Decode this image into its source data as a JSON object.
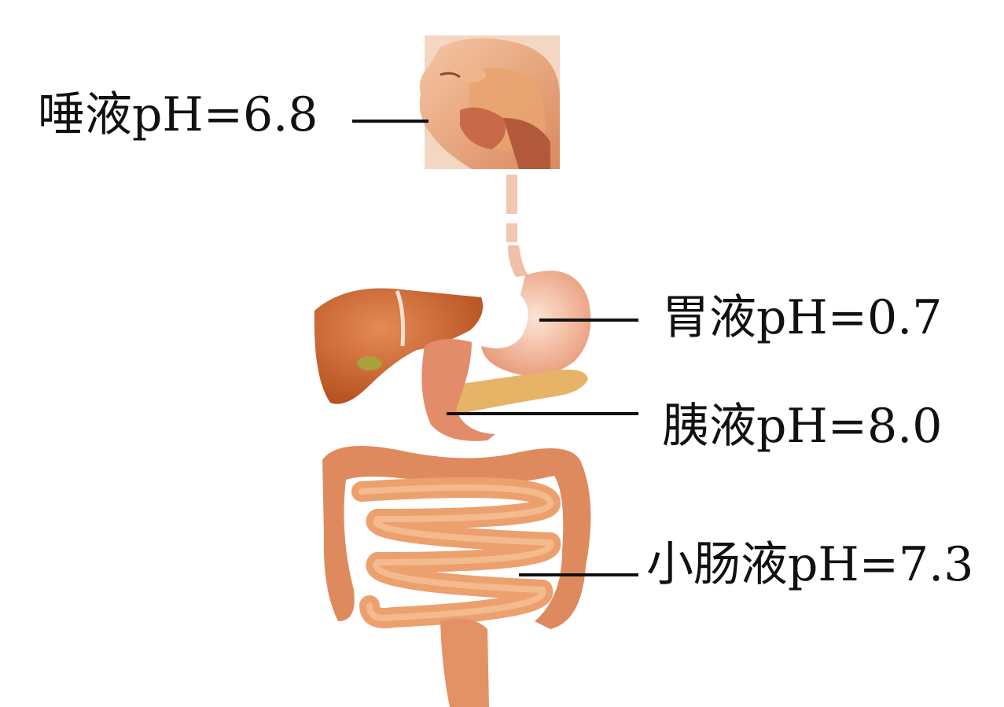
{
  "labels": {
    "saliva": "唾液pH=6.8",
    "gastric": "胃液pH=0.7",
    "pancreatic": "胰液pH=8.0",
    "intestinal": "小肠液pH=7.3"
  },
  "colors": {
    "text": "#111111",
    "leader_line": "#111111",
    "skin": "#e8a37a",
    "liver": "#c9602e",
    "stomach": "#f1b79c",
    "pancreas": "#e6b060",
    "intestine": "#e79a66"
  }
}
